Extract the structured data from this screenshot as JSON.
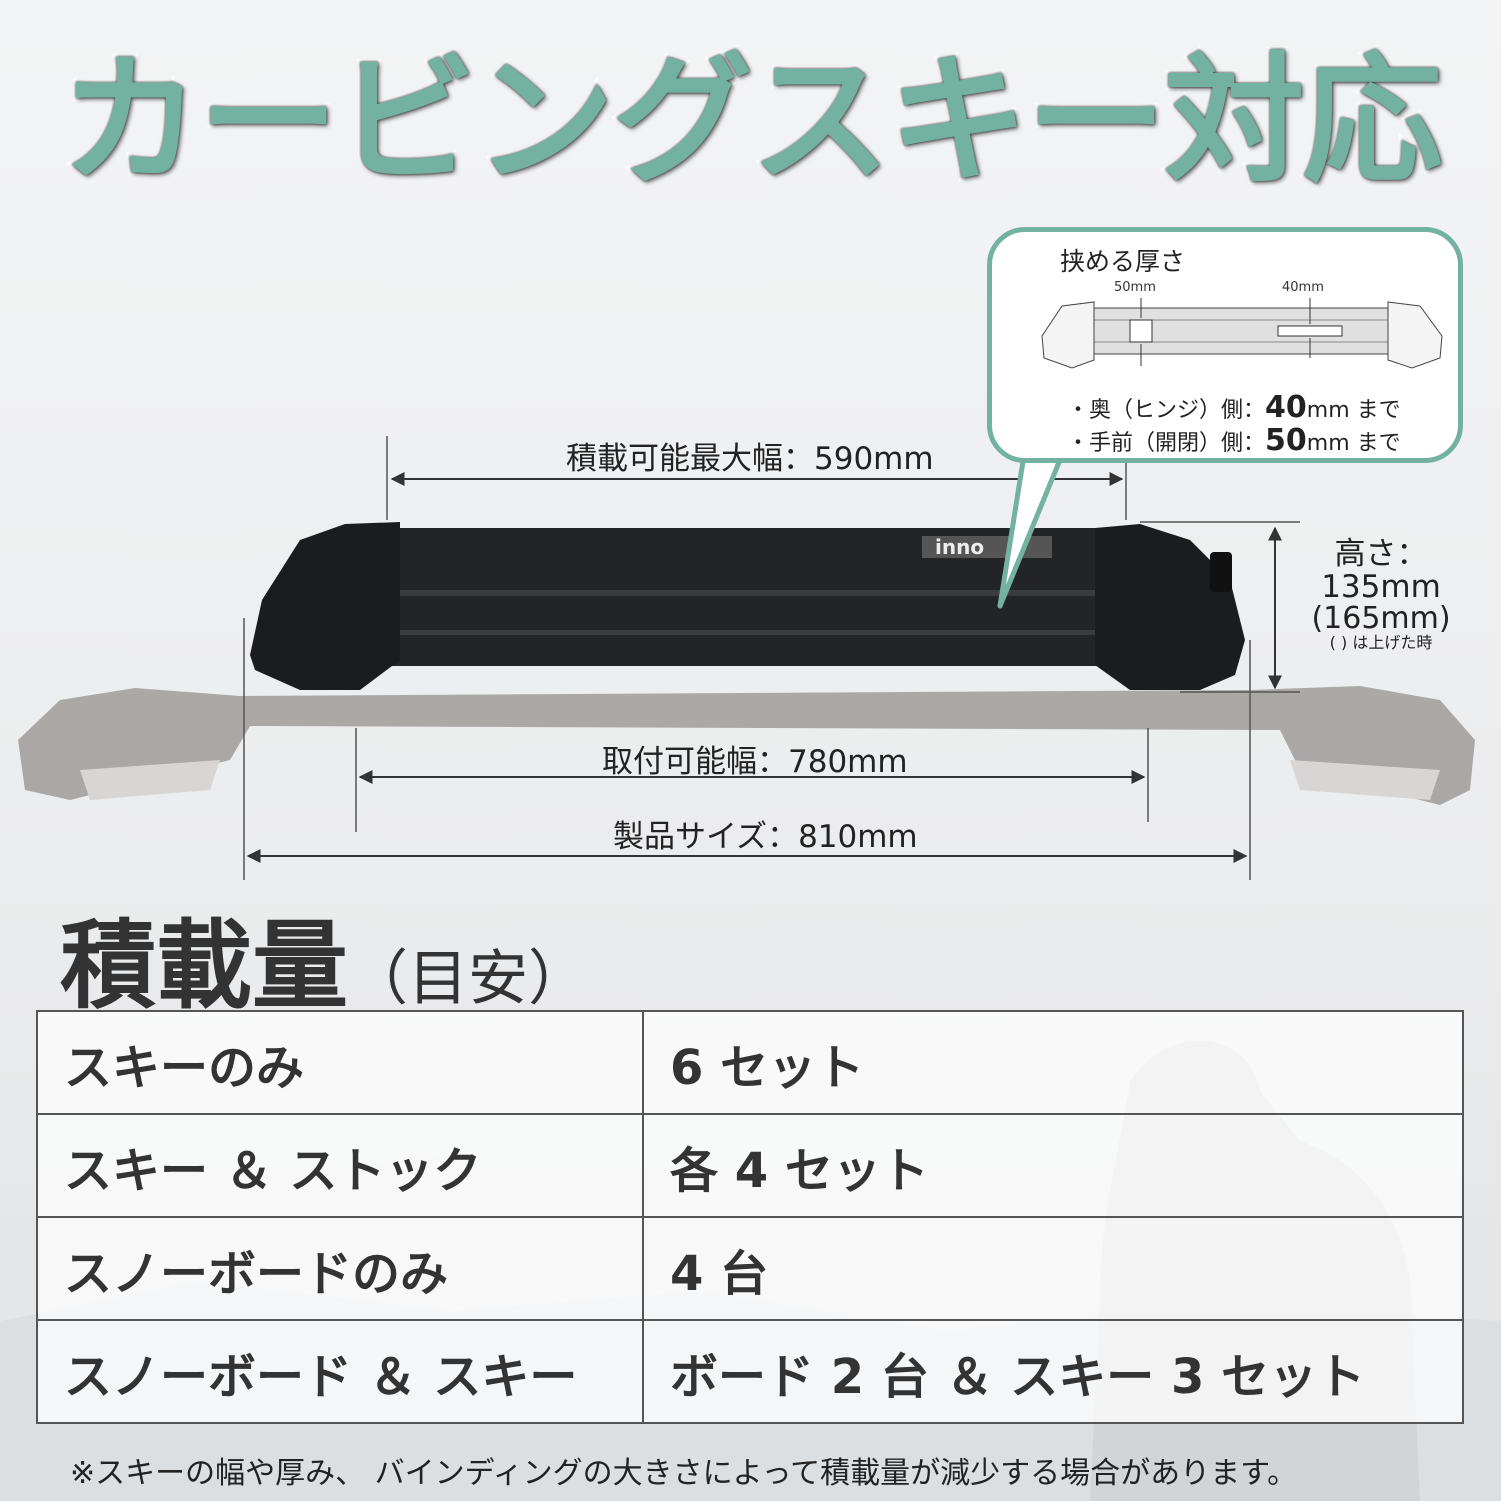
{
  "headline": "カービングスキー対応",
  "clamp_callout": {
    "title": "挟める厚さ",
    "label_left": "50mm",
    "label_right": "40mm",
    "back_prefix": "・奥（ヒンジ）側：",
    "back_value": "40",
    "back_suffix": "mm まで",
    "front_prefix": "・手前（開閉）側：",
    "front_value": "50",
    "front_suffix": "mm まで"
  },
  "dimensions": {
    "max_load_width": "積載可能最大幅：590mm",
    "mount_width": "取付可能幅：780mm",
    "product_size": "製品サイズ：810mm",
    "height_label": "高さ：",
    "height_value": "135mm",
    "height_raised": "(165mm)",
    "height_note": "( ) は上げた時"
  },
  "brand": "inno",
  "capacity": {
    "title": "積載量",
    "subtitle": "（目安）",
    "rows": [
      {
        "item": "スキーのみ",
        "amount": "6 セット"
      },
      {
        "item": "スキー ＆ ストック",
        "amount": "各 4 セット"
      },
      {
        "item": "スノーボードのみ",
        "amount": "4 台"
      },
      {
        "item": "スノーボード ＆ スキー",
        "amount": "ボード 2 台 ＆ スキー 3 セット"
      }
    ]
  },
  "footnote": "※スキーの幅や厚み、 バインディングの大きさによって積載量が減少する場合があります。",
  "colors": {
    "accent": "#73b1a0",
    "rack": "#1e1f21",
    "bar": "#9c9a97"
  }
}
